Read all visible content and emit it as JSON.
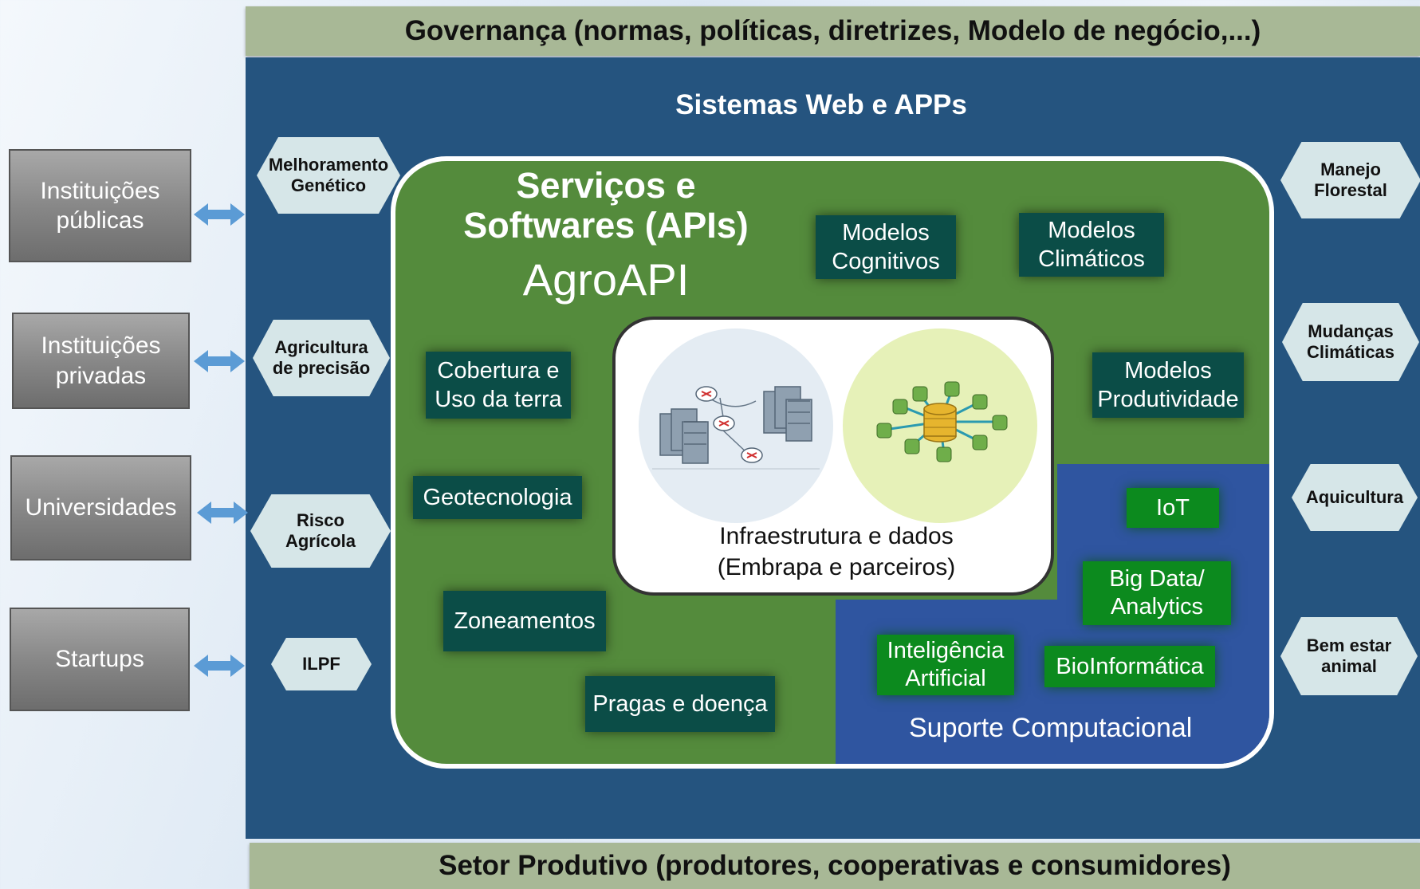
{
  "governance": "Governança (normas, políticas, diretrizes, Modelo de negócio,...)",
  "web_apps": "Sistemas Web e APPs",
  "productive_sector": "Setor Produtivo (produtores, cooperativas e consumidores)",
  "institutions": [
    {
      "line1": "Instituições",
      "line2": "públicas"
    },
    {
      "line1": "Instituições",
      "line2": "privadas"
    },
    {
      "line1": "Universidades",
      "line2": ""
    },
    {
      "line1": "Startups",
      "line2": ""
    }
  ],
  "left_hexes": [
    {
      "line1": "Melhoramento",
      "line2": "Genético"
    },
    {
      "line1": "Agricultura",
      "line2": "de precisão"
    },
    {
      "line1": "Risco",
      "line2": "Agrícola"
    },
    {
      "line1": "ILPF",
      "line2": ""
    }
  ],
  "right_hexes": [
    {
      "line1": "Manejo",
      "line2": "Florestal"
    },
    {
      "line1": "Mudanças",
      "line2": "Climáticas"
    },
    {
      "line1": "Aquicultura",
      "line2": ""
    },
    {
      "line1": "Bem estar",
      "line2": "animal"
    }
  ],
  "services": {
    "title_line1": "Serviços e",
    "title_line2": "Softwares (APIs)",
    "product": "AgroAPI"
  },
  "teal_boxes": {
    "modelos_cognitivos": {
      "line1": "Modelos",
      "line2": "Cognitivos"
    },
    "modelos_climaticos": {
      "line1": "Modelos",
      "line2": "Climáticos"
    },
    "cobertura": {
      "line1": "Cobertura e",
      "line2": "Uso da terra"
    },
    "modelos_produtividade": {
      "line1": "Modelos",
      "line2": "Produtividade"
    },
    "geotecnologia": "Geotecnologia",
    "zoneamentos": "Zoneamentos",
    "pragas": "Pragas e doença"
  },
  "green_boxes": {
    "iot": "IoT",
    "bigdata": {
      "line1": "Big Data/",
      "line2": "Analytics"
    },
    "ia": {
      "line1": "Inteligência",
      "line2": "Artificial"
    },
    "bioinfo": "BioInformática"
  },
  "infra": {
    "line1": "Infraestrutura e dados",
    "line2": "(Embrapa e parceiros)"
  },
  "support": "Suporte Computacional",
  "colors": {
    "banner": "#a8b896",
    "panel": "#25547f",
    "green_region": "#548b3c",
    "support_region": "#2f55a0",
    "teal_box": "#0b4d47",
    "green_box": "#0c8a1e",
    "hex": "#d6e6e8",
    "arrow": "#5b9bd5"
  }
}
